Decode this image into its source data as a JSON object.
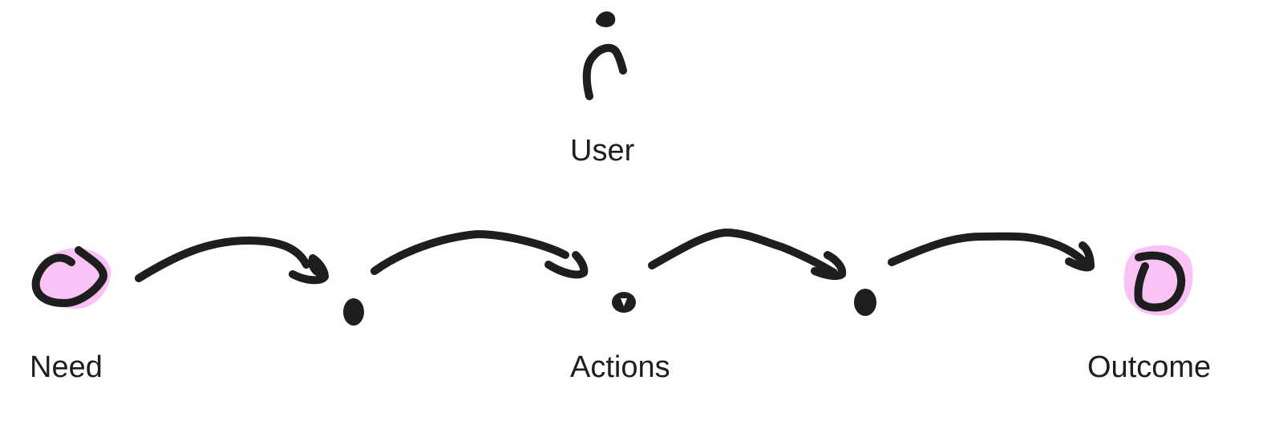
{
  "diagram": {
    "labels": {
      "user": "User",
      "need": "Need",
      "actions": "Actions",
      "outcome": "Outcome"
    },
    "colors": {
      "stroke": "#1e1e1e",
      "highlight": "#fbc2f5",
      "background": "#ffffff"
    }
  }
}
